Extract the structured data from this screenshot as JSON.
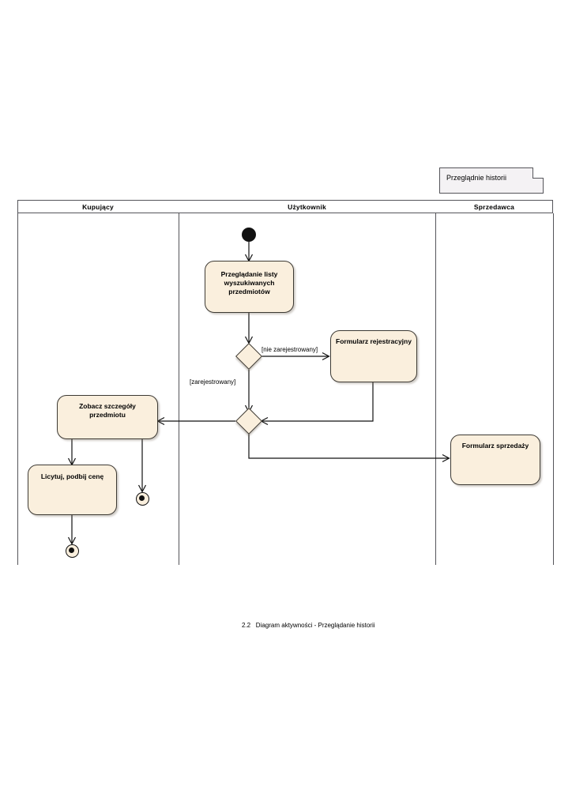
{
  "note": {
    "text": "Przeglądnie historii"
  },
  "lanes": [
    {
      "title": "Kupujący"
    },
    {
      "title": "Użytkownik"
    },
    {
      "title": "Sprzedawca"
    }
  ],
  "nodes": {
    "start": {
      "name": "initial-node"
    },
    "browse_list": {
      "label": "Przeglądanie listy\nwyszukiwanych\nprzedmiotów"
    },
    "registration_form": {
      "label": "Formularz rejestracyjny"
    },
    "item_details": {
      "label": "Zobacz szczegóły\nprzedmiotu"
    },
    "bid": {
      "label": "Licytuj, podbij cenę"
    },
    "sales_form": {
      "label": "Formularz sprzedaży"
    }
  },
  "guards": {
    "not_registered": "[nie zarejestrowany]",
    "registered": "[zarejestrowany]"
  },
  "caption": {
    "number": "2.2",
    "text": "Diagram aktywności - Przeglądanie historii"
  },
  "colors": {
    "node_fill": "#faefdd",
    "node_stroke": "#3d3a34",
    "frame_stroke": "#55555a",
    "note_fill": "#f4f2f4",
    "page_bg": "#ffffff"
  }
}
